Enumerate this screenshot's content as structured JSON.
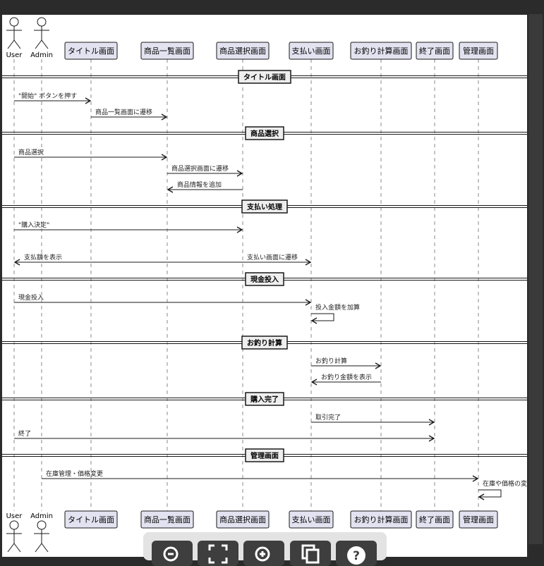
{
  "participants": [
    {
      "id": "user",
      "label": "User",
      "kind": "actor"
    },
    {
      "id": "admin",
      "label": "Admin",
      "kind": "actor"
    },
    {
      "id": "title",
      "label": "タイトル画面",
      "kind": "box"
    },
    {
      "id": "list",
      "label": "商品一覧画面",
      "kind": "box"
    },
    {
      "id": "select",
      "label": "商品選択画面",
      "kind": "box"
    },
    {
      "id": "pay",
      "label": "支払い画面",
      "kind": "box"
    },
    {
      "id": "change",
      "label": "お釣り計算画面",
      "kind": "box"
    },
    {
      "id": "end",
      "label": "終了画面",
      "kind": "box"
    },
    {
      "id": "manage",
      "label": "管理画面",
      "kind": "box"
    }
  ],
  "sections": [
    {
      "label": "タイトル画面"
    },
    {
      "label": "商品選択"
    },
    {
      "label": "支払い処理"
    },
    {
      "label": "現金投入"
    },
    {
      "label": "お釣り計算"
    },
    {
      "label": "購入完了"
    },
    {
      "label": "管理画面"
    }
  ],
  "messages": [
    {
      "from": "user",
      "to": "title",
      "label": "\"開始\" ボタンを押す"
    },
    {
      "from": "title",
      "to": "list",
      "label": "商品一覧画面に遷移"
    },
    {
      "from": "user",
      "to": "list",
      "label": "商品選択"
    },
    {
      "from": "list",
      "to": "select",
      "label": "商品選択画面に遷移"
    },
    {
      "from": "select",
      "to": "list",
      "label": "商品情報を追加"
    },
    {
      "from": "user",
      "to": "select",
      "label": "\"購入決定\""
    },
    {
      "from": "select",
      "to": "pay",
      "label": "支払い画面に遷移"
    },
    {
      "from": "pay",
      "to": "user",
      "label": "支払額を表示"
    },
    {
      "from": "user",
      "to": "pay",
      "label": "現金投入"
    },
    {
      "from": "pay",
      "to": "pay",
      "label": "投入金額を加算"
    },
    {
      "from": "pay",
      "to": "change",
      "label": "お釣り計算"
    },
    {
      "from": "change",
      "to": "pay",
      "label": "お釣り金額を表示"
    },
    {
      "from": "pay",
      "to": "end",
      "label": "取引完了"
    },
    {
      "from": "user",
      "to": "end",
      "label": "終了"
    },
    {
      "from": "admin",
      "to": "manage",
      "label": "在庫管理・価格変更"
    },
    {
      "from": "manage",
      "to": "manage",
      "label": "在庫や価格の変更"
    }
  ],
  "toolbar": [
    {
      "icon": "zoom-out-icon"
    },
    {
      "icon": "fit-screen-icon"
    },
    {
      "icon": "zoom-in-icon"
    },
    {
      "icon": "copy-icon"
    },
    {
      "icon": "help-icon"
    }
  ],
  "colors": {
    "participant_fill": "#e2e2f0",
    "participant_border": "#181818",
    "line": "#181818",
    "lifeline": "#888888"
  }
}
